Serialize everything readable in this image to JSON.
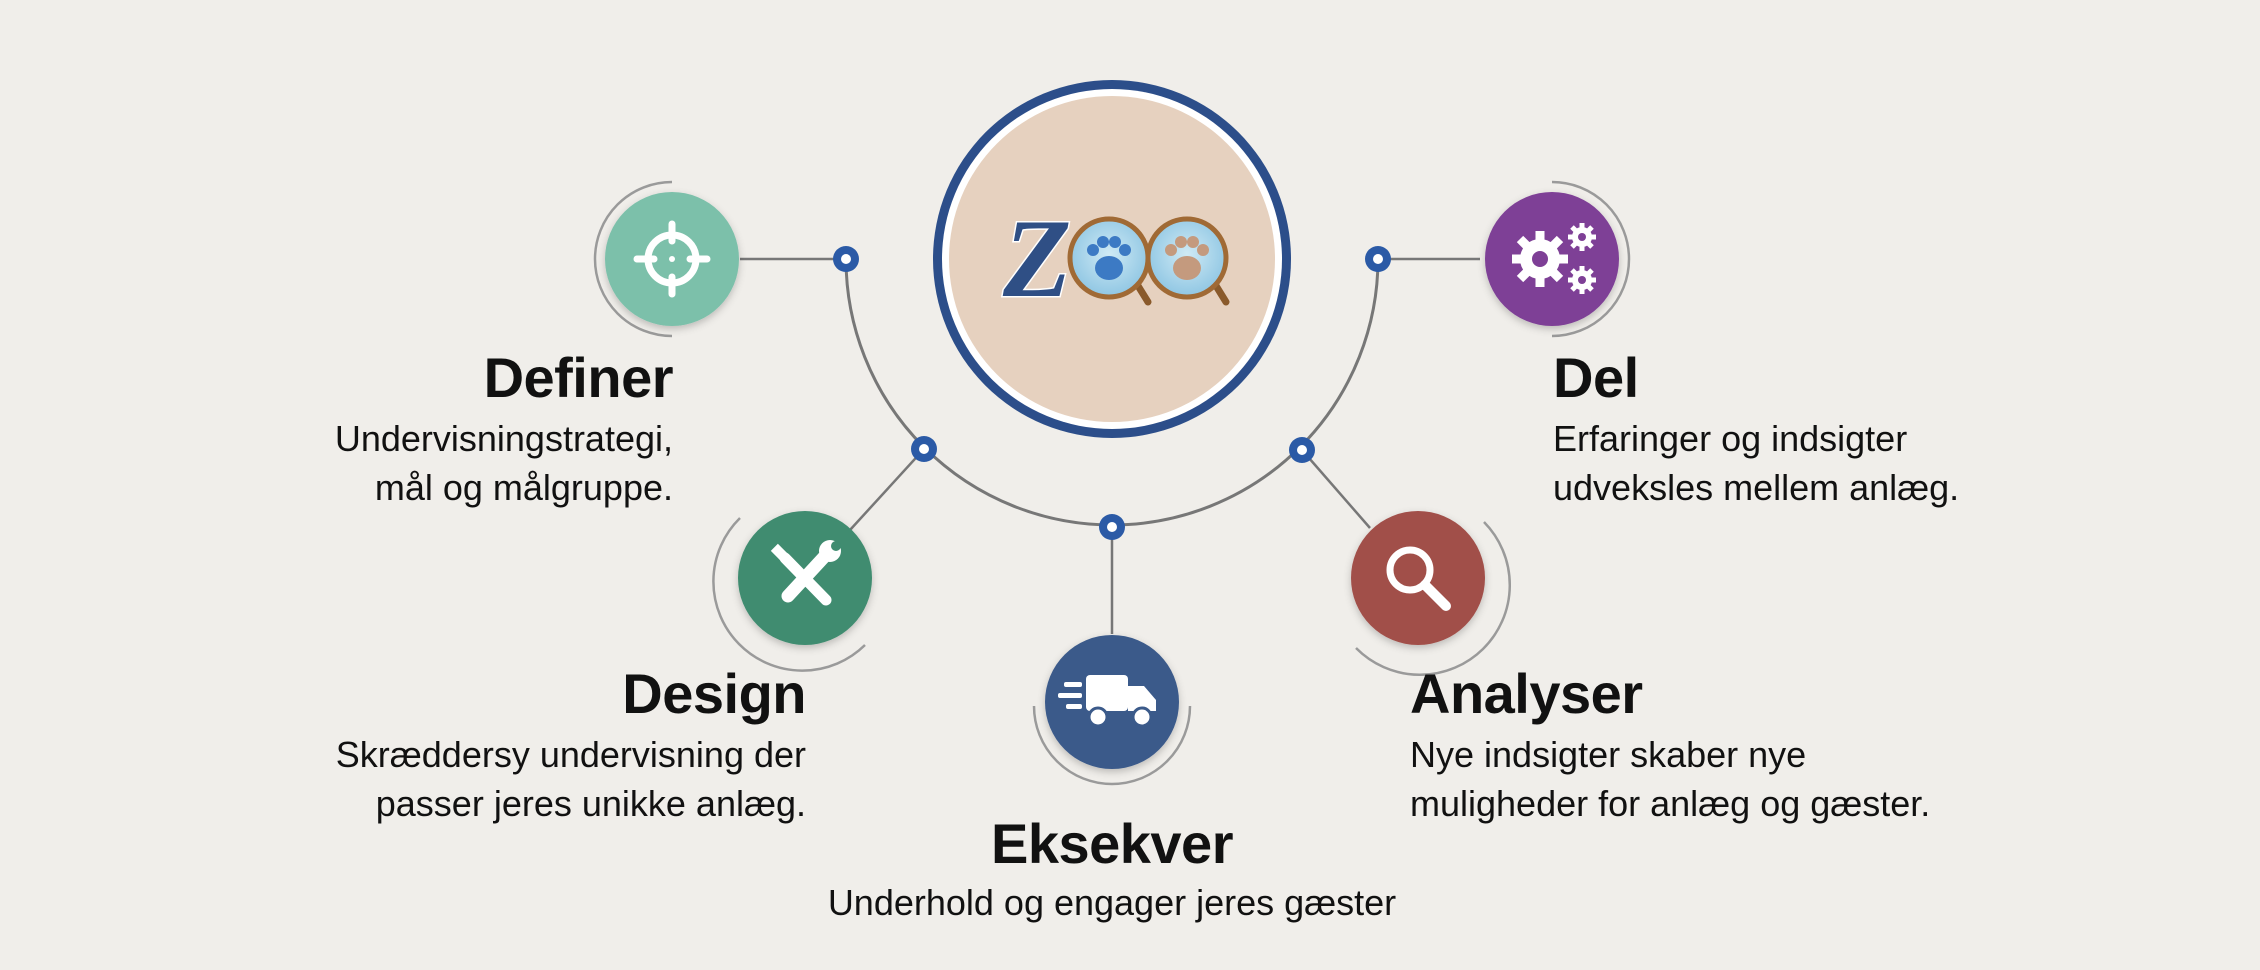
{
  "logo": {
    "text": "ZOO"
  },
  "steps": {
    "definer": {
      "title": "Definer",
      "desc": "Undervisningstrategi,\nmål og målgruppe.",
      "color": "#7cc0aa",
      "icon": "target-icon"
    },
    "design": {
      "title": "Design",
      "desc": "Skræddersy undervisning der\npasser jeres unikke anlæg.",
      "color": "#3f8c70",
      "icon": "tools-icon"
    },
    "eksekver": {
      "title": "Eksekver",
      "desc": "Underhold og engager jeres gæster",
      "color": "#3b5a8a",
      "icon": "truck-icon"
    },
    "analyser": {
      "title": "Analyser",
      "desc": "Nye indsigter skaber nye\nmuligheder for anlæg og gæster.",
      "color": "#a14f4a",
      "icon": "magnifier-icon"
    },
    "del": {
      "title": "Del",
      "desc": "Erfaringer og indsigter\nudveksles mellem anlæg.",
      "color": "#7e3f96",
      "icon": "gears-icon"
    }
  },
  "colors": {
    "connector_dot": "#2b5aa6",
    "line": "#777777",
    "center_fill": "#e6d1bf",
    "center_ring": "#2c4e8a"
  }
}
